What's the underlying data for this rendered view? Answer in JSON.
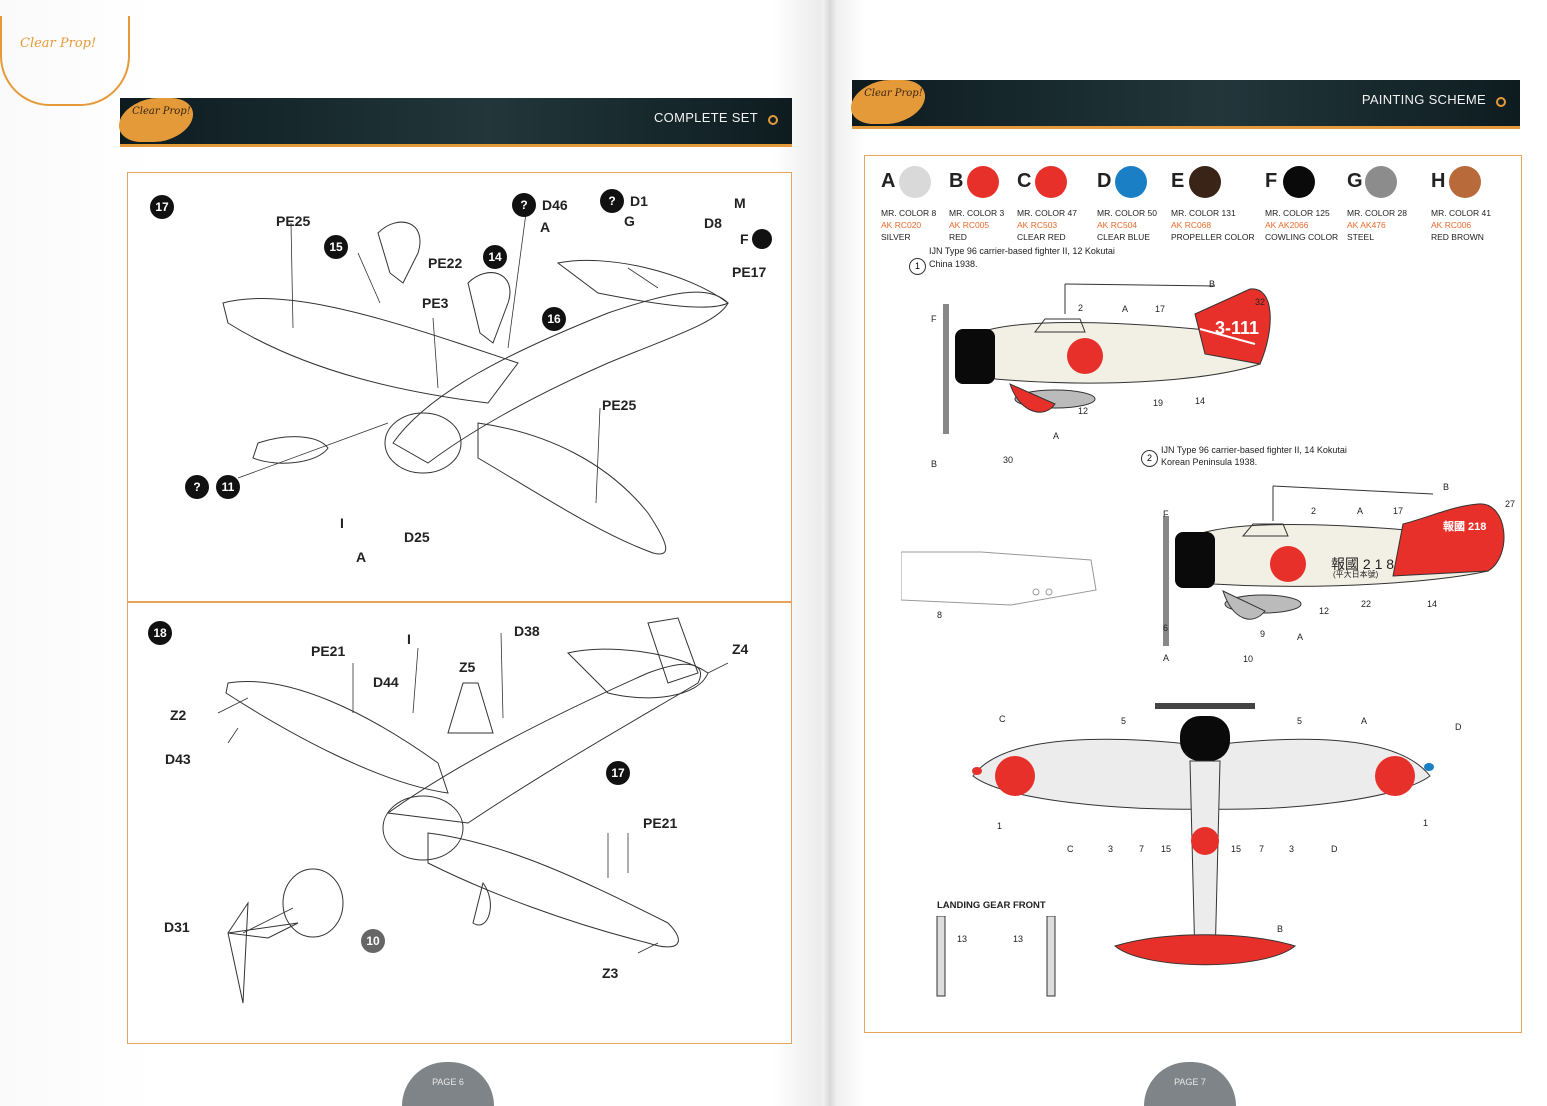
{
  "brand": {
    "logo_text": "Clear Prop!"
  },
  "left_page": {
    "header_title": "COMPLETE SET",
    "page_label": "PAGE 6",
    "step17": {
      "number": "17",
      "callouts": {
        "pe25a": "PE25",
        "pe22": "PE22",
        "pe3": "PE3",
        "pe25b": "PE25",
        "pe17": "PE17",
        "d46": "D46",
        "a1": "A",
        "d1": "D1",
        "g": "G",
        "m": "M",
        "d8": "D8",
        "f": "F",
        "i": "I",
        "a2": "A",
        "d25": "D25"
      },
      "refs": {
        "s15": "15",
        "s14": "14",
        "s16": "16",
        "s11": "11",
        "q": "?"
      }
    },
    "step18": {
      "number": "18",
      "callouts": {
        "pe21a": "PE21",
        "i": "I",
        "d38": "D38",
        "z4": "Z4",
        "z2": "Z2",
        "d44": "D44",
        "z5": "Z5",
        "d43": "D43",
        "pe21b": "PE21",
        "d31": "D31",
        "z3": "Z3"
      },
      "refs": {
        "s17": "17",
        "s10": "10"
      }
    }
  },
  "right_page": {
    "header_title": "PAINTING SCHEME",
    "page_label": "PAGE 7",
    "paints": [
      {
        "letter": "A",
        "name": "MR. COLOR 8",
        "ak": "AK RC020",
        "color_name": "SILVER",
        "hex": "#d9d9d9"
      },
      {
        "letter": "B",
        "name": "MR. COLOR 3",
        "ak": "AK RC005",
        "color_name": "RED",
        "hex": "#e8302a"
      },
      {
        "letter": "C",
        "name": "MR. COLOR 47",
        "ak": "AK RC503",
        "color_name": "CLEAR RED",
        "hex": "#e8302a"
      },
      {
        "letter": "D",
        "name": "MR. COLOR 50",
        "ak": "AK RC504",
        "color_name": "CLEAR BLUE",
        "hex": "#1a7fc4"
      },
      {
        "letter": "E",
        "name": "MR. COLOR 131",
        "ak": "AK RC068",
        "color_name": "PROPELLER COLOR",
        "hex": "#3a2418"
      },
      {
        "letter": "F",
        "name": "MR. COLOR 125",
        "ak": "AK AK2066",
        "color_name": "COWLING COLOR",
        "hex": "#0a0a0a"
      },
      {
        "letter": "G",
        "name": "MR. COLOR 28",
        "ak": "AK AK476",
        "color_name": "STEEL",
        "hex": "#8c8c8c"
      },
      {
        "letter": "H",
        "name": "MR. COLOR 41",
        "ak": "AK RC006",
        "color_name": "RED BROWN",
        "hex": "#b86a3a"
      }
    ],
    "schemes": [
      {
        "num": "1",
        "title": "IJN Type 96 carrier-based fighter II, 12 Kokutai",
        "sub": "China 1938.",
        "tail_code": "3-111"
      },
      {
        "num": "2",
        "title": "IJN Type 96 carrier-based fighter II, 14 Kokutai",
        "sub": "Korean Peninsula 1938.",
        "tail_code": "報國 218"
      }
    ],
    "side_callouts1": {
      "f": "F",
      "b1": "B",
      "a1": "A",
      "n2": "2",
      "n17": "17",
      "n32": "32",
      "n12": "12",
      "n19": "19",
      "n14": "14",
      "a2": "A",
      "n30": "30",
      "b2": "B"
    },
    "side_callouts2": {
      "f": "F",
      "b": "B",
      "n27": "27",
      "n2": "2",
      "a1": "A",
      "n17": "17",
      "n6": "6",
      "n12": "12",
      "n22": "22",
      "n14": "14",
      "n9": "9",
      "a2": "A",
      "a3": "A",
      "n10": "10",
      "n8": "8"
    },
    "fuselage_markings": {
      "hokoku": "報國 2 1 8",
      "sub": "(平大日本號)"
    },
    "top_callouts": {
      "c1": "C",
      "n5a": "5",
      "n5b": "5",
      "a": "A",
      "d1": "D",
      "n1a": "1",
      "n1b": "1",
      "c2": "C",
      "n3a": "3",
      "n7a": "7",
      "n15a": "15",
      "n15b": "15",
      "n7b": "7",
      "n3b": "3",
      "d2": "D",
      "b": "B"
    },
    "landing_gear": {
      "title": "LANDING GEAR FRONT",
      "n13a": "13",
      "n13b": "13"
    }
  }
}
